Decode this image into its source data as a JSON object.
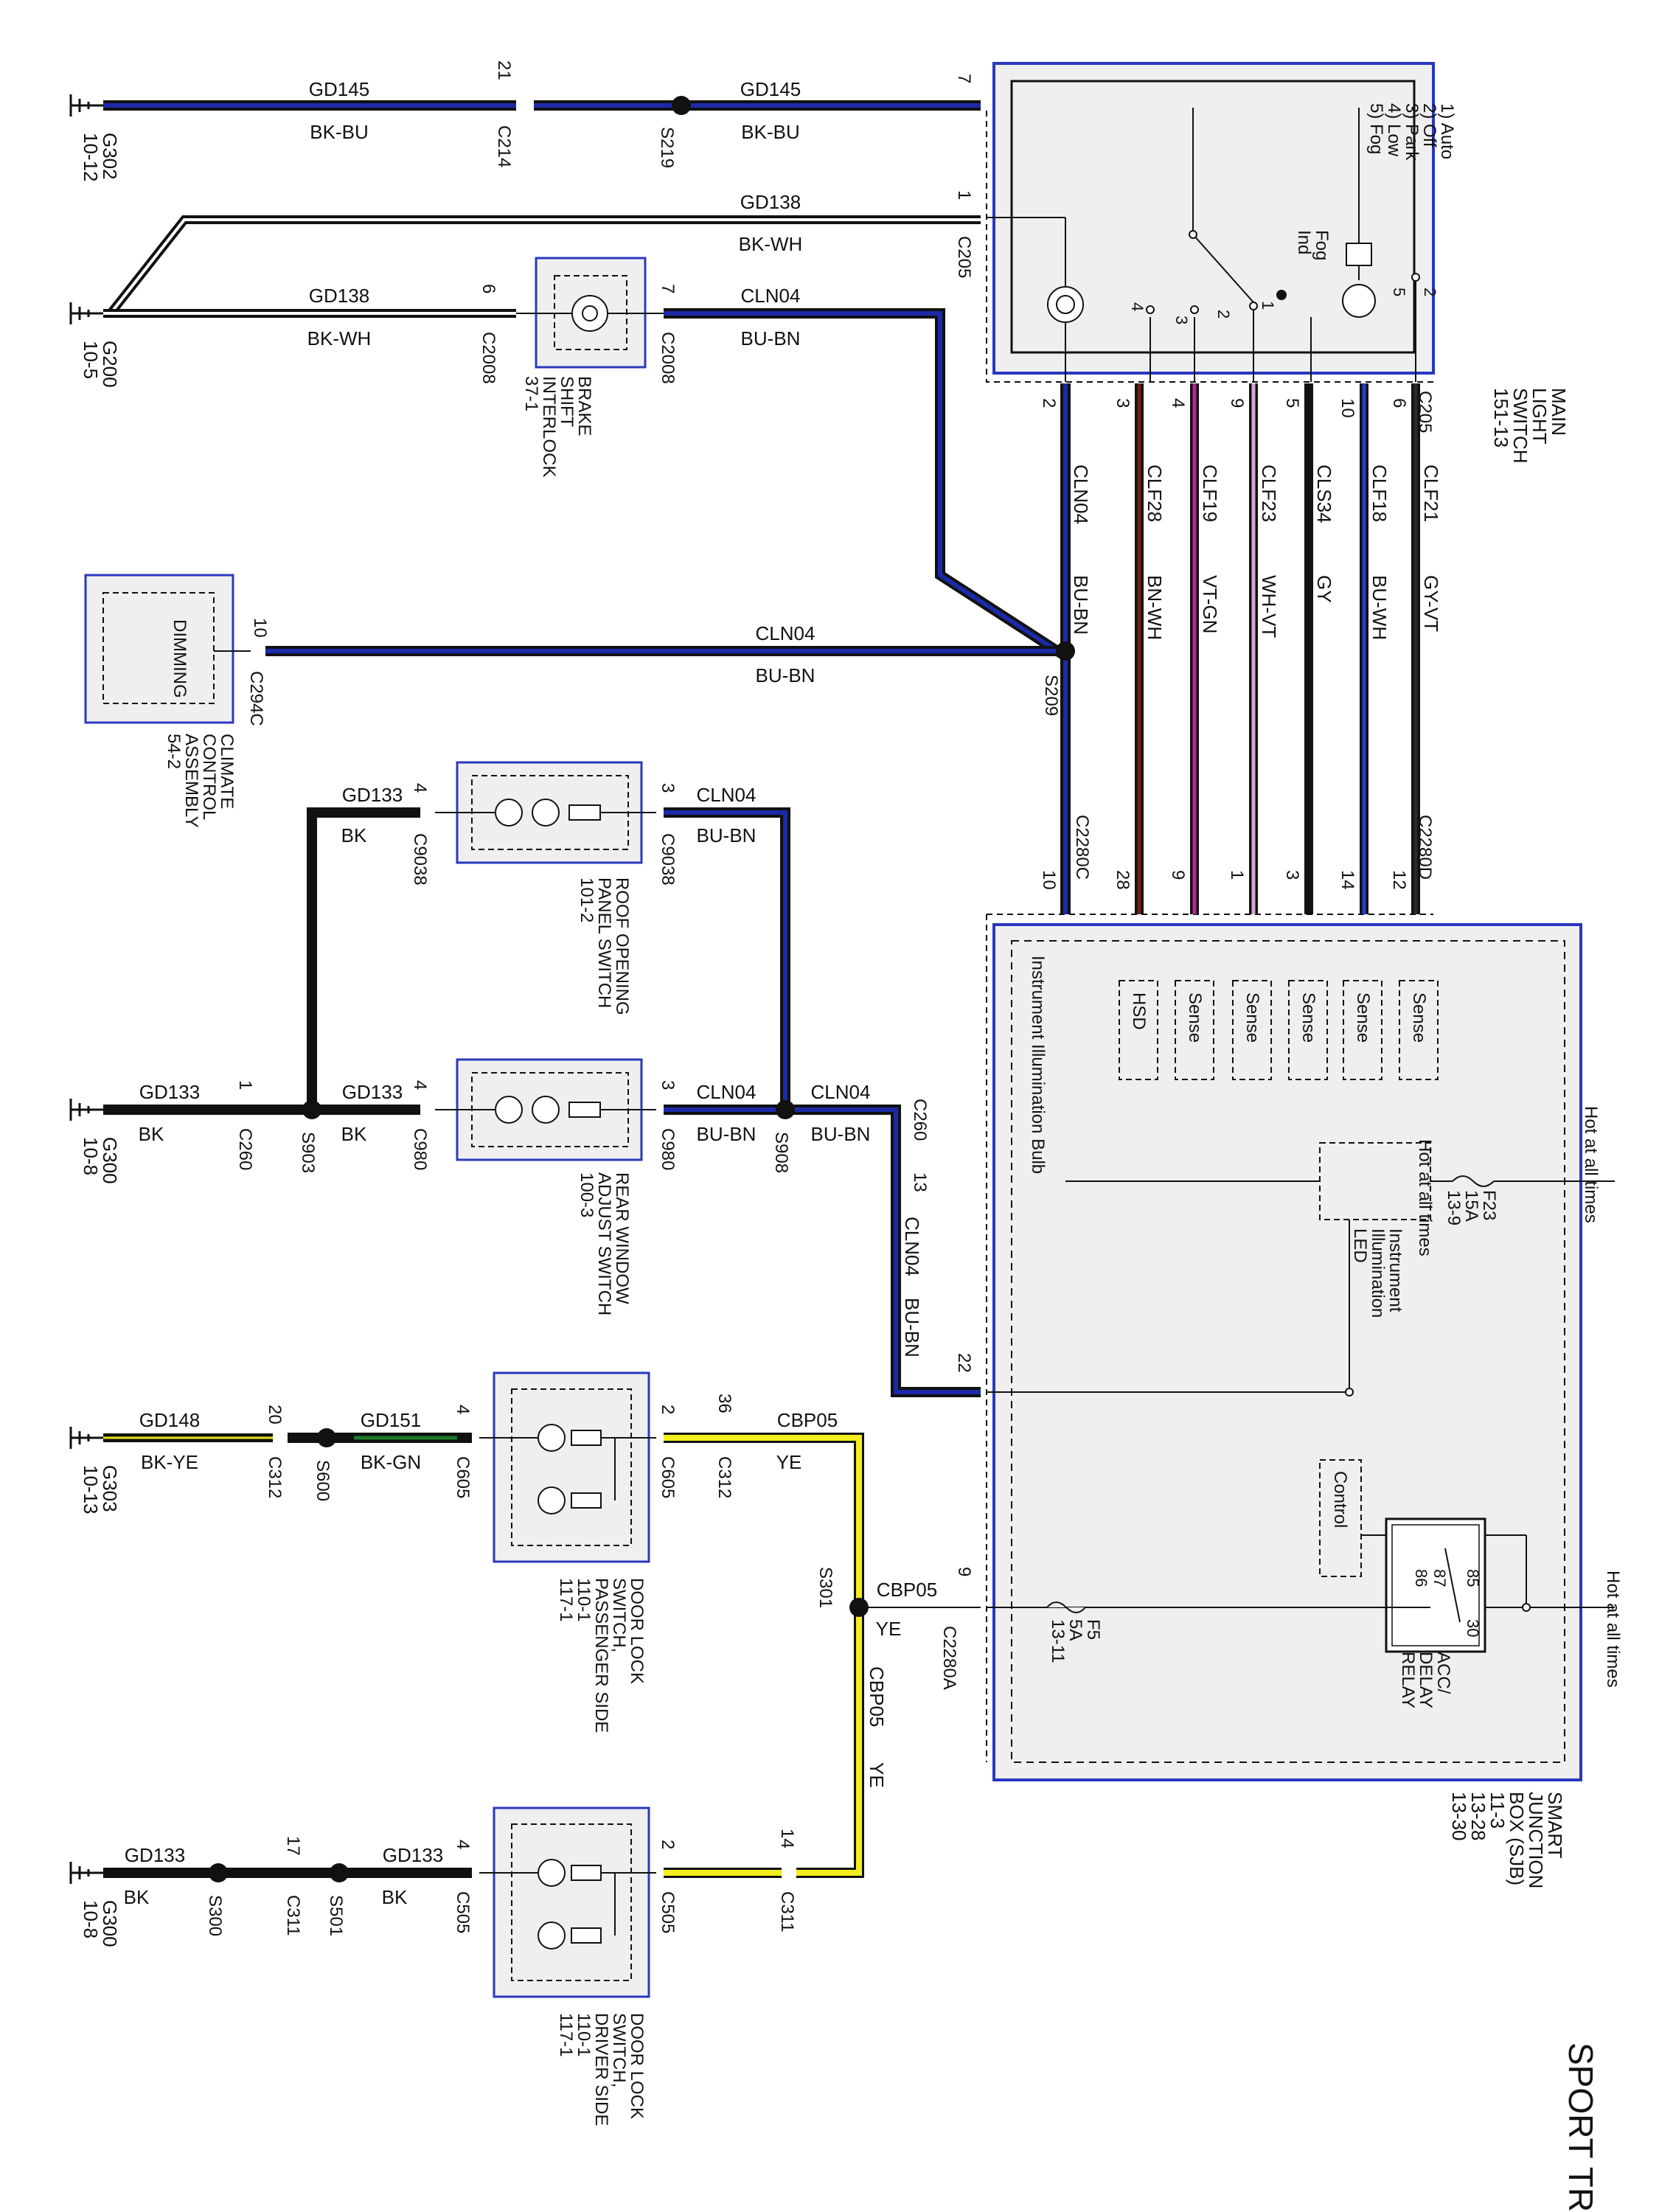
{
  "title": "SPORT TRAC",
  "main_switch": {
    "name_lines": [
      "MAIN",
      "LIGHT",
      "SWITCH",
      "151-13"
    ],
    "positions": [
      "1) Auto",
      "2) Off",
      "3) Park",
      "4) Low",
      "5) Fog"
    ],
    "fog_ind": [
      "Fog",
      "Ind"
    ]
  },
  "sjb": {
    "name_lines": [
      "SMART",
      "JUNCTION",
      "BOX (SJB)",
      "11-3",
      "13-28",
      "13-30"
    ],
    "hot1": "Hot at all times",
    "hot2": "Hot at all times",
    "sense_labels": [
      "Sense",
      "Sense",
      "Sense",
      "Sense",
      "Sense"
    ],
    "hsd": "HSD",
    "bulb": "Instrument Illumination Bulb",
    "led_lines": [
      "Instrument",
      "Illumination",
      "LED"
    ],
    "control": "Control",
    "relay_lines": [
      "ACC/",
      "DELAY",
      "RELAY"
    ],
    "relay_pins": [
      "85",
      "86",
      "87",
      "30"
    ],
    "f23": [
      "F23",
      "15A",
      "13-9"
    ],
    "f5": [
      "F5",
      "5A",
      "13-11"
    ]
  },
  "components": {
    "brake": [
      "BRAKE",
      "SHIFT",
      "INTERLOCK",
      "37-1"
    ],
    "dimming": "DIMMING",
    "climate": [
      "CLIMATE",
      "CONTROL",
      "ASSEMBLY",
      "54-2"
    ],
    "roof": [
      "ROOF OPENING",
      "PANEL SWITCH",
      "101-2"
    ],
    "rear": [
      "REAR WINDOW",
      "ADJUST SWITCH",
      "100-3"
    ],
    "door_pass": [
      "DOOR LOCK",
      "SWITCH,",
      "PASSENGER SIDE",
      "110-1",
      "117-1"
    ],
    "door_drv": [
      "DOOR LOCK",
      "SWITCH,",
      "DRIVER SIDE",
      "110-1",
      "117-1"
    ]
  },
  "grounds": {
    "g302": [
      "G302",
      "10-12"
    ],
    "g200": [
      "G200",
      "10-5"
    ],
    "g300a": [
      "G300",
      "10-8"
    ],
    "g303": [
      "G303",
      "10-13"
    ],
    "g300b": [
      "G300",
      "10-8"
    ]
  },
  "wires": {
    "gd145a": [
      "GD145",
      "BK-BU"
    ],
    "gd145b": [
      "GD145",
      "BK-BU"
    ],
    "gd138a": [
      "GD138",
      "BK-WH"
    ],
    "gd138b": [
      "GD138",
      "BK-WH"
    ],
    "cln04_brake": [
      "CLN04",
      "BU-BN"
    ],
    "cln04_dim": [
      "CLN04",
      "BU-BN"
    ],
    "gd133_roof": [
      "GD133",
      "BK"
    ],
    "cln04_roof": [
      "CLN04",
      "BU-BN"
    ],
    "gd133_l": [
      "GD133",
      "BK"
    ],
    "gd133_r": [
      "GD133",
      "BK"
    ],
    "cln04_rear": [
      "CLN04",
      "BU-BN"
    ],
    "cln04_s908": [
      "CLN04",
      "BU-BN"
    ],
    "cln04_c260": [
      "CLN04",
      "BU-BN"
    ],
    "gd148": [
      "GD148",
      "BK-YE"
    ],
    "gd151": [
      "GD151",
      "BK-GN"
    ],
    "cbp05_top": [
      "CBP05",
      "YE"
    ],
    "cbp05_s301": [
      "CBP05",
      "YE"
    ],
    "cbp05_down": [
      "CBP05",
      "YE"
    ],
    "gd133_d1": [
      "GD133",
      "BK"
    ],
    "gd133_d2": [
      "GD133",
      "BK"
    ]
  },
  "vertical_wires": [
    {
      "circuit": "CLN04",
      "color_code": "BU-BN",
      "stroke": "#1b2aa8",
      "pin_top": "2",
      "pin_bot": "10"
    },
    {
      "circuit": "CLF28",
      "color_code": "BN-WH",
      "stroke": "#6b2318",
      "pin_top": "3",
      "pin_bot": "28"
    },
    {
      "circuit": "CLF19",
      "color_code": "VT-GN",
      "stroke": "#b0289c",
      "pin_top": "4",
      "pin_bot": "9"
    },
    {
      "circuit": "CLF23",
      "color_code": "WH-VT",
      "stroke": "#d9a6d6",
      "pin_top": "9",
      "pin_bot": "1"
    },
    {
      "circuit": "CLS34",
      "color_code": "GY",
      "stroke": "#111111",
      "pin_top": "5",
      "pin_bot": "3"
    },
    {
      "circuit": "CLF18",
      "color_code": "BU-WH",
      "stroke": "#2a3bd0",
      "pin_top": "10",
      "pin_bot": "14"
    },
    {
      "circuit": "CLF21",
      "color_code": "GY-VT",
      "stroke": "#2a2a30",
      "pin_top": "6",
      "pin_bot": "12"
    }
  ],
  "connectors": {
    "c214": "C214",
    "s219": "S219",
    "c205a": "C205",
    "c205b": "C205",
    "c2008a": "C2008",
    "c2008b": "C2008",
    "c294c": "C294C",
    "s209": "S209",
    "c2280c": "C2280C",
    "c2280d": "C2280D",
    "c9038a": "C9038",
    "c9038b": "C9038",
    "c260a": "C260",
    "s903": "S903",
    "c980a": "C980",
    "c980b": "C980",
    "s908": "S908",
    "c260b": "C260",
    "c312a": "C312",
    "s600": "S600",
    "c605a": "C605",
    "c605b": "C605",
    "c312b": "C312",
    "s301": "S301",
    "c2280a": "C2280A",
    "s300": "S300",
    "c311a": "C311",
    "s501": "S501",
    "c505a": "C505",
    "c505b": "C505",
    "c311b": "C311"
  },
  "pins": {
    "p21": "21",
    "p7a": "7",
    "p1a": "1",
    "p6a": "6",
    "p7b": "7",
    "p10a": "10",
    "p4a": "4",
    "p3a": "3",
    "p1b": "1",
    "p4b": "4",
    "p3b": "3",
    "p13": "13",
    "p22": "22",
    "p20": "20",
    "p4c": "4",
    "p2a": "2",
    "p36": "36",
    "p9": "9",
    "p17": "17",
    "p4d": "4",
    "p2b": "2",
    "p14": "14",
    "sw_1": "1",
    "sw_2": "2",
    "sw_3": "3",
    "sw_4": "4",
    "sw_5": "5",
    "sw_2b": "2"
  }
}
